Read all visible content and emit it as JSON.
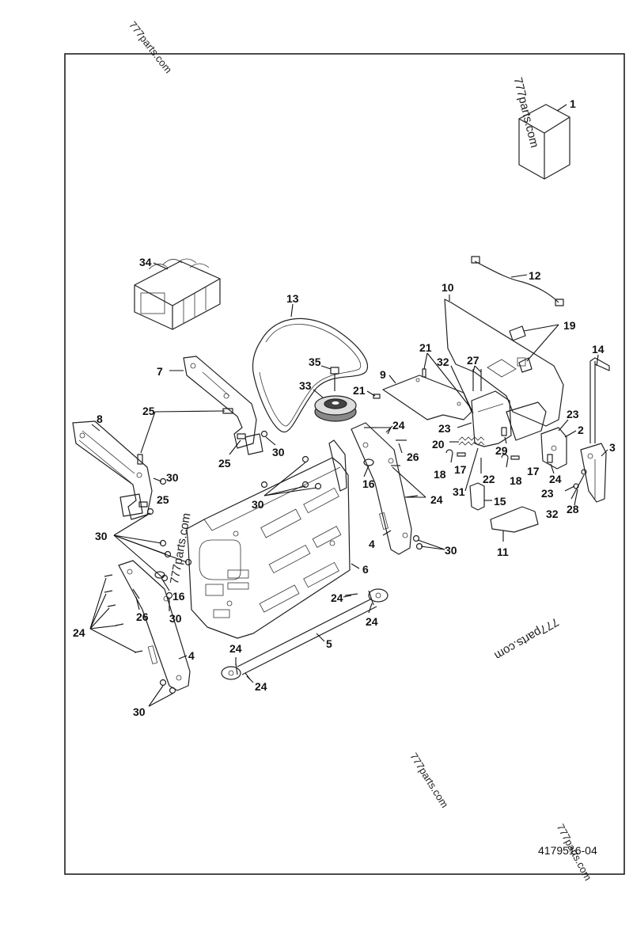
{
  "watermark": "777parts.com",
  "drawing_number": "4179516-04",
  "callouts": {
    "c1": "1",
    "c2": "2",
    "c3": "3",
    "c4a": "4",
    "c4b": "4",
    "c5": "5",
    "c6": "6",
    "c7": "7",
    "c8": "8",
    "c9": "9",
    "c10": "10",
    "c11": "11",
    "c12": "12",
    "c13": "13",
    "c14": "14",
    "c15": "15",
    "c16a": "16",
    "c16b": "16",
    "c17a": "17",
    "c17b": "17",
    "c18a": "18",
    "c18b": "18",
    "c19": "19",
    "c20": "20",
    "c21a": "21",
    "c21b": "21",
    "c22": "22",
    "c23a": "23",
    "c23b": "23",
    "c23c": "23",
    "c24a": "24",
    "c24b": "24",
    "c24c": "24",
    "c24d": "24",
    "c24e": "24",
    "c24f": "24",
    "c24g": "24",
    "c24h": "24",
    "c25a": "25",
    "c25b": "25",
    "c25c": "25",
    "c26a": "26",
    "c26b": "26",
    "c27": "27",
    "c28": "28",
    "c29": "29",
    "c30a": "30",
    "c30b": "30",
    "c30c": "30",
    "c30d": "30",
    "c30e": "30",
    "c30f": "30",
    "c30g": "30",
    "c31": "31",
    "c32a": "32",
    "c32b": "32",
    "c33": "33",
    "c34": "34",
    "c35": "35"
  }
}
